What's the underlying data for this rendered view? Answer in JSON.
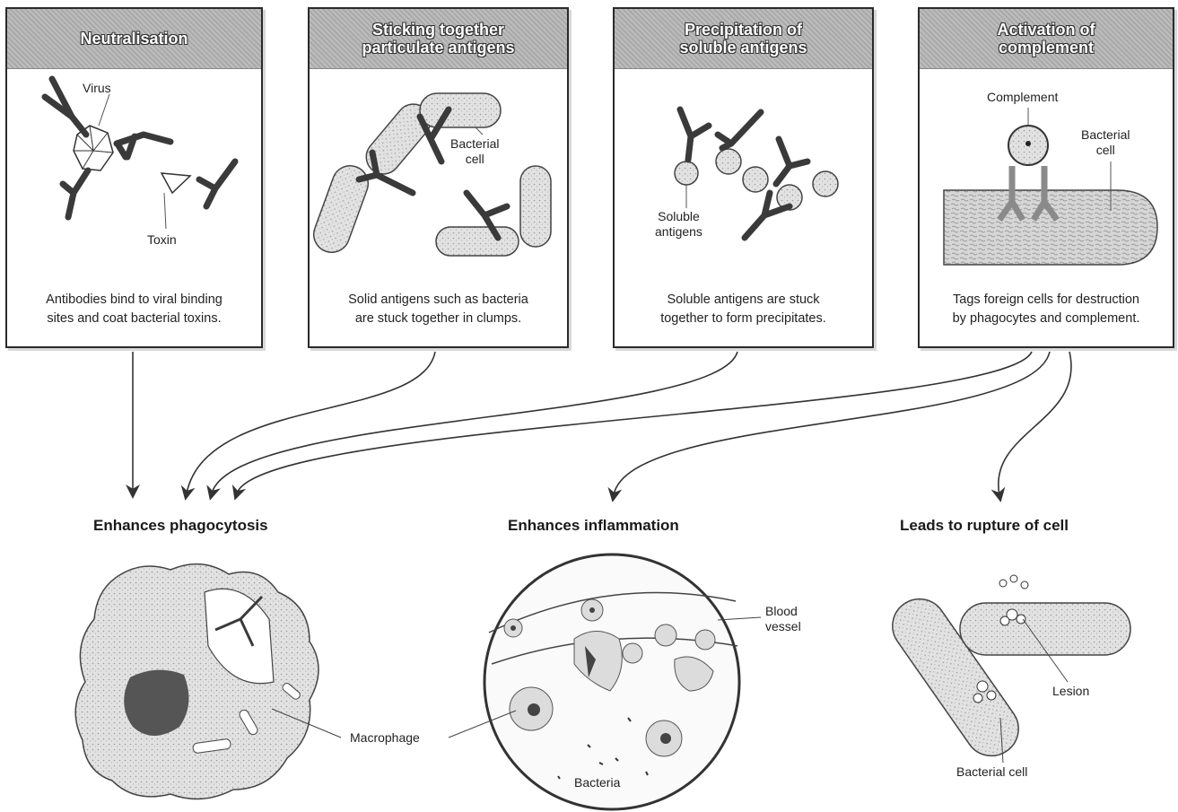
{
  "panels": [
    {
      "title": "Neutralisation",
      "caption": "Antibodies bind to viral binding\nsites and coat bacterial toxins."
    },
    {
      "title": "Sticking together\nparticulate antigens",
      "caption": "Solid antigens such as bacteria\nare stuck together in clumps."
    },
    {
      "title": "Precipitation of\nsoluble antigens",
      "caption": "Soluble antigens are stuck\ntogether to form precipitates."
    },
    {
      "title": "Activation of\ncomplement",
      "caption": "Tags foreign cells for destruction\nby phagocytes and complement."
    }
  ],
  "labels": {
    "virus": "Virus",
    "toxin": "Toxin",
    "bacterial_cell_p2": "Bacterial\ncell",
    "soluble_antigens": "Soluble\nantigens",
    "complement": "Complement",
    "bacterial_cell_p4": "Bacterial\ncell",
    "macrophage": "Macrophage",
    "blood_vessel": "Blood\nvessel",
    "bacteria": "Bacteria",
    "lesion": "Lesion",
    "bacterial_cell_bottom": "Bacterial cell"
  },
  "outcomes": {
    "phagocytosis": "Enhances phagocytosis",
    "inflammation": "Enhances inflammation",
    "rupture": "Leads to rupture of cell"
  },
  "colors": {
    "line": "#333333",
    "antibody": "#3a3a3a",
    "cell_fill": "#d9d9d9",
    "nucleus": "#555555"
  }
}
